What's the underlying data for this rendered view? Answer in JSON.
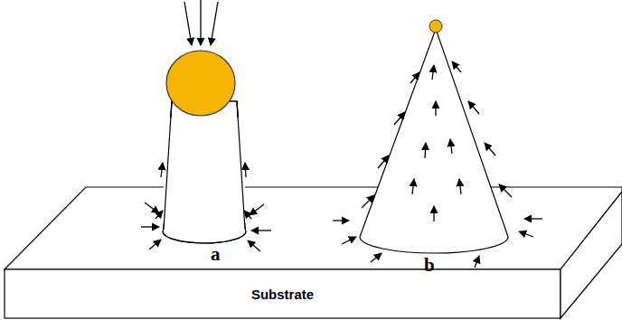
{
  "diagram": {
    "nodes": [
      {
        "text": [
          "Substrate"
        ]
      }
    ],
    "labels": [
      "a",
      "b"
    ]
  }
}
